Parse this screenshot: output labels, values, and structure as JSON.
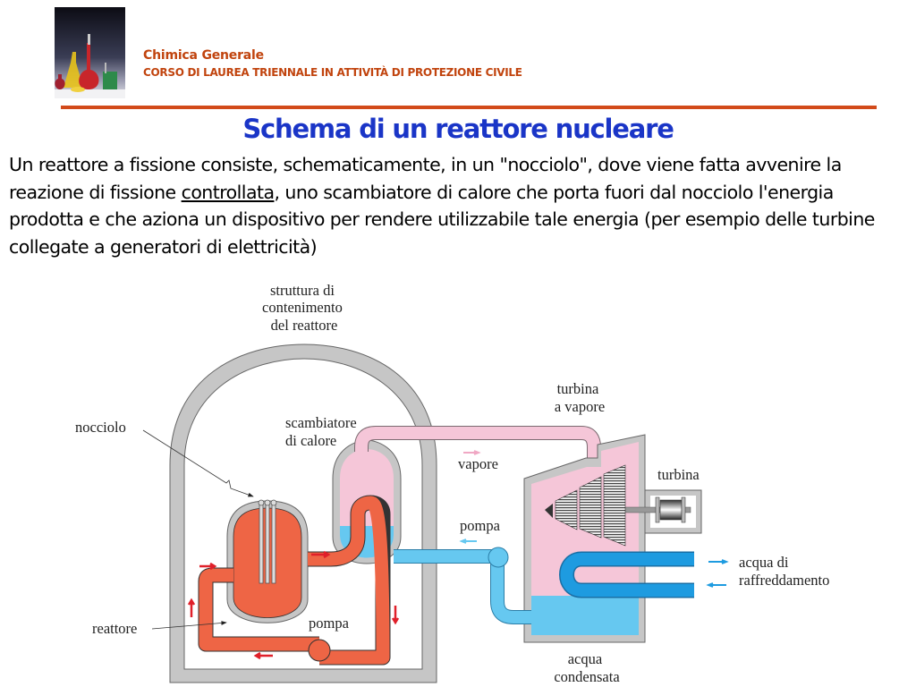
{
  "header": {
    "course_title": "Chimica Generale",
    "course_subtitle": "CORSO DI LAUREA TRIENNALE IN ATTIVITÀ DI PROTEZIONE CIVILE",
    "logo": "chemistry-glassware-photo"
  },
  "slide": {
    "title": "Schema di un reattore nucleare",
    "paragraph": {
      "part1": "Un reattore a fissione consiste, schematicamente, in un \"nocciolo\", dove viene fatta avvenire la reazione di fissione ",
      "underlined": "controllata",
      "part2": ", uno scambiatore di calore che porta fuori dal nocciolo l'energia prodotta e che aziona un dispositivo per rendere utilizzabile tale energia (per esempio delle turbine collegate a generatori di elettricità)"
    }
  },
  "diagram": {
    "labels": {
      "containment_1": "struttura di",
      "containment_2": "contenimento",
      "containment_3": "del reattore",
      "exchanger_1": "scambiatore",
      "exchanger_2": "di calore",
      "core": "nocciolo",
      "reactor": "reattore",
      "pump_primary": "pompa",
      "pump_secondary": "pompa",
      "steam": "vapore",
      "steam_turbine_1": "turbina",
      "steam_turbine_2": "a vapore",
      "turbine": "turbina",
      "cooling_1": "acqua di",
      "cooling_2": "raffreddamento",
      "condensate_1": "acqua",
      "condensate_2": "condensata"
    },
    "colors": {
      "primary_loop": "#ee6545",
      "steam": "#f5c6d8",
      "water": "#66c8f0",
      "cooling_water": "#1e9be0",
      "wall": "#c6c6c6",
      "flow_arrow_red": "#e0202a"
    }
  }
}
